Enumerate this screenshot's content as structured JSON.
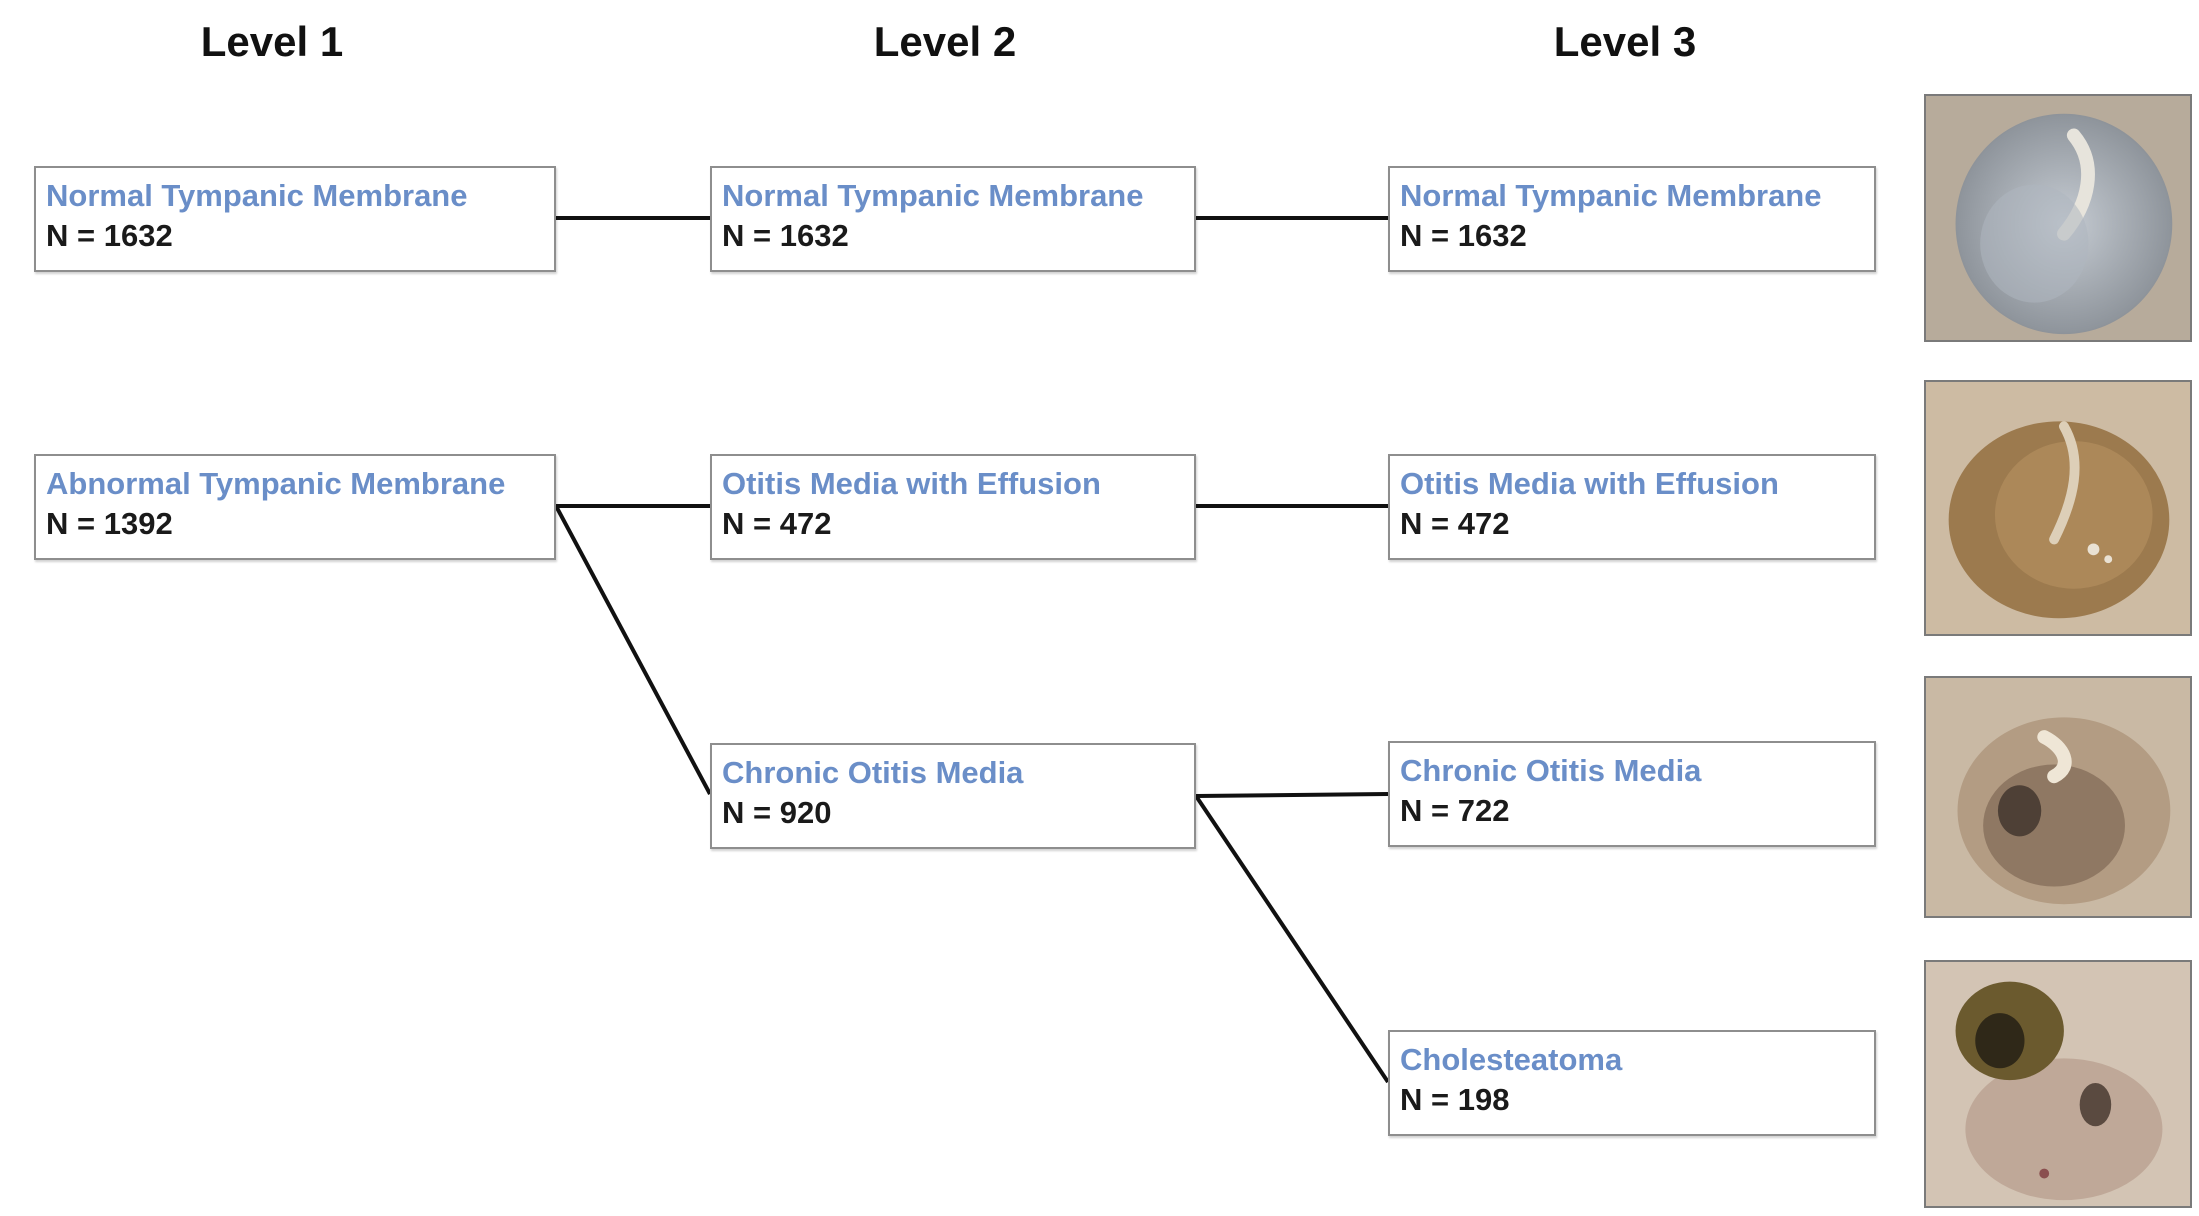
{
  "levels": [
    "Level 1",
    "Level 2",
    "Level 3"
  ],
  "nodes": {
    "l1_normal": {
      "title": "Normal Tympanic Membrane",
      "count": "N = 1632"
    },
    "l1_abnormal": {
      "title": "Abnormal Tympanic Membrane",
      "count": "N = 1392"
    },
    "l2_normal": {
      "title": "Normal Tympanic Membrane",
      "count": "N = 1632"
    },
    "l2_ome": {
      "title": "Otitis Media with Effusion",
      "count": "N = 472"
    },
    "l2_com": {
      "title": "Chronic Otitis Media",
      "count": "N = 920"
    },
    "l3_normal": {
      "title": "Normal Tympanic Membrane",
      "count": "N = 1632"
    },
    "l3_ome": {
      "title": "Otitis Media with Effusion",
      "count": "N = 472"
    },
    "l3_com": {
      "title": "Chronic Otitis Media",
      "count": "N = 722"
    },
    "l3_chol": {
      "title": "Cholesteatoma",
      "count": "N = 198"
    }
  },
  "links": [
    [
      "l1_normal",
      "l2_normal"
    ],
    [
      "l2_normal",
      "l3_normal"
    ],
    [
      "l1_abnormal",
      "l2_ome"
    ],
    [
      "l1_abnormal",
      "l2_com"
    ],
    [
      "l2_ome",
      "l3_ome"
    ],
    [
      "l2_com",
      "l3_com"
    ],
    [
      "l2_com",
      "l3_chol"
    ]
  ],
  "colors": {
    "node_title": "#6a8ec8",
    "node_count": "#1a1a1a",
    "node_border": "#8e8e8e",
    "link": "#111111"
  },
  "thumbnails": [
    {
      "subject": "normal-tympanic-membrane-otoscopy",
      "tone": "#9aa4b0"
    },
    {
      "subject": "otitis-media-with-effusion-otoscopy",
      "tone": "#a7865a"
    },
    {
      "subject": "chronic-otitis-media-otoscopy",
      "tone": "#a8927a"
    },
    {
      "subject": "cholesteatoma-otoscopy",
      "tone": "#c0a994"
    }
  ]
}
